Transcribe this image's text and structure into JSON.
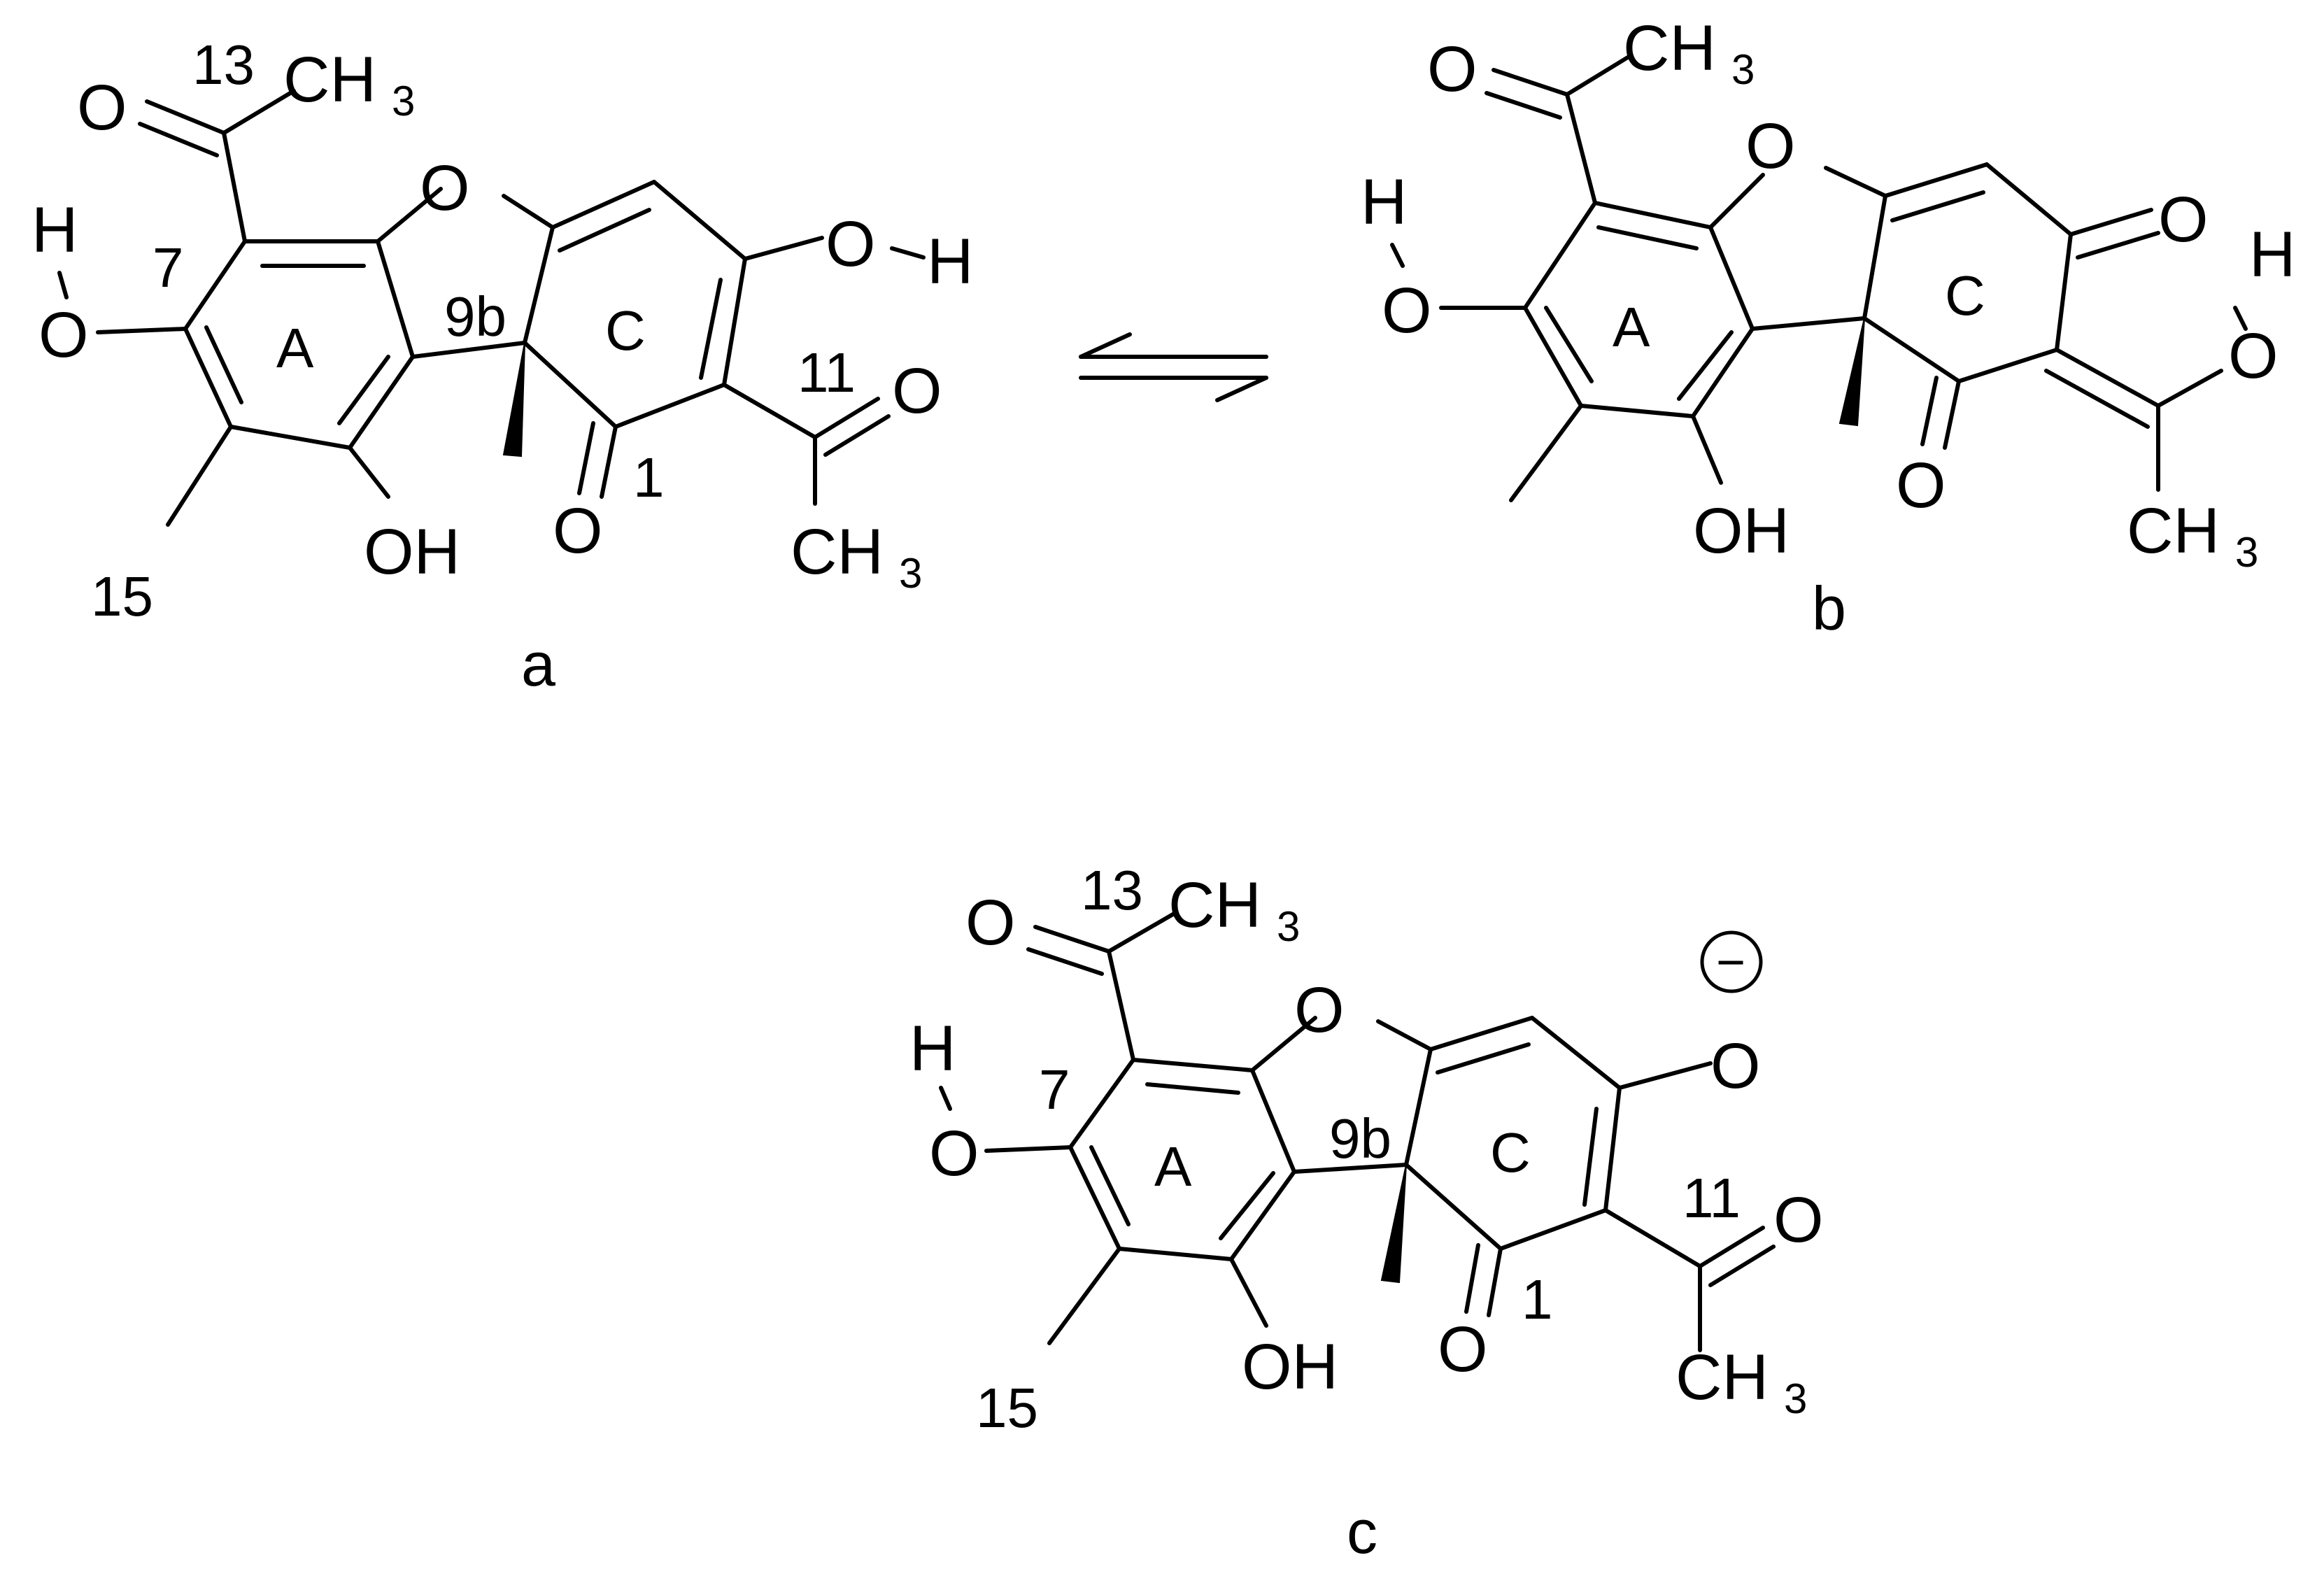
{
  "structures": [
    {
      "id": "a",
      "caption": "a",
      "ring_labels": [
        "A",
        "C"
      ],
      "atoms": {
        "O": "O",
        "OH": "OH",
        "H": "H",
        "CH": "CH",
        "sub3": "3"
      },
      "numbers": [
        "13",
        "7",
        "9b",
        "11",
        "1",
        "15"
      ]
    },
    {
      "id": "b",
      "caption": "b",
      "ring_labels": [
        "A",
        "C"
      ],
      "atoms": {
        "O": "O",
        "OH": "OH",
        "H": "H",
        "CH": "CH",
        "sub3": "3"
      },
      "numbers": []
    },
    {
      "id": "c",
      "caption": "c",
      "ring_labels": [
        "A",
        "C"
      ],
      "atoms": {
        "O": "O",
        "OH": "OH",
        "H": "H",
        "CH": "CH",
        "sub3": "3"
      },
      "numbers": [
        "13",
        "7",
        "9b",
        "11",
        "1",
        "15"
      ],
      "charge": "−"
    }
  ],
  "equilibrium": {
    "label": ""
  }
}
